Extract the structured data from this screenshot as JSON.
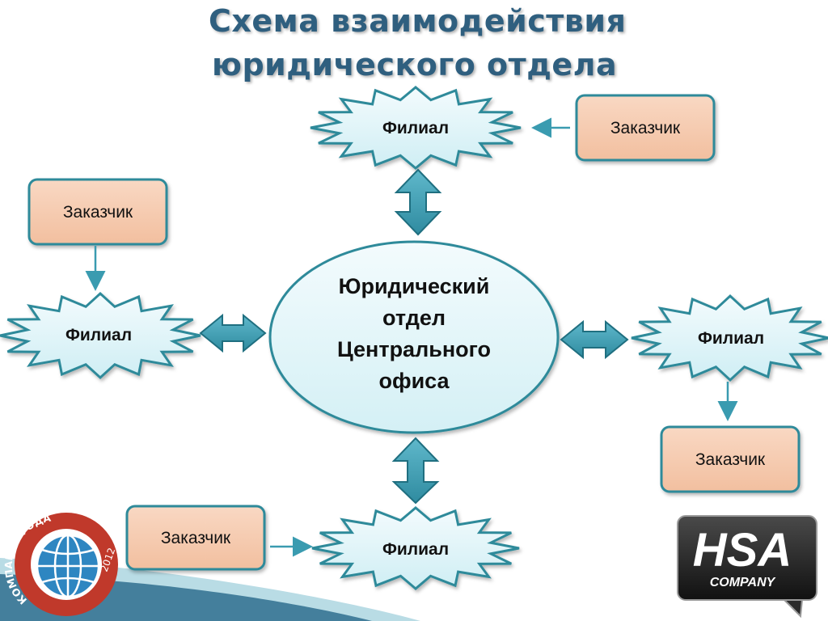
{
  "title": {
    "line1": "Схема взаимодействия",
    "line2": "юридического отдела"
  },
  "center": {
    "lines": [
      "Юридический",
      "отдел",
      "Центрального",
      "офиса"
    ]
  },
  "branch_label": "Филиал",
  "customer_label": "Заказчик",
  "logo": {
    "award_text": "КОМПАНИЯ ГОДА",
    "award_year": "2012",
    "brand_main": "HSA",
    "brand_sub": "COMPANY"
  },
  "colors": {
    "title": "#2f5f7f",
    "node_fill": "#dff3f7",
    "node_stroke": "#2e8a9a",
    "customer_fill": "#f6c9ac",
    "arrow_fill": "#3a9bb0",
    "arrow_stroke": "#1f6f80",
    "award_red": "#c0392b",
    "globe_blue": "#2e86c1"
  }
}
